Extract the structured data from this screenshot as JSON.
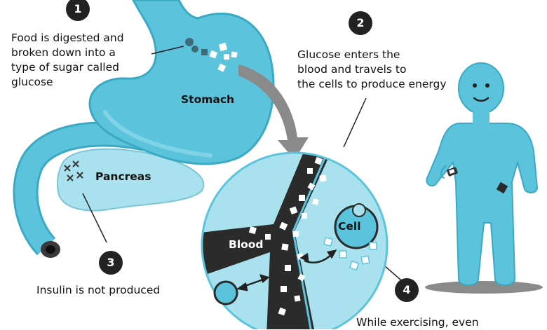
{
  "steps": [
    {
      "number": "1",
      "text": "Food is digested and\nbroken down into a\ntype of sugar called\nglucose"
    },
    {
      "number": "2",
      "text": "Glucose enters the\nblood and travels to\nthe cells to produce energy"
    },
    {
      "number": "3",
      "text": "Insulin is not produced"
    },
    {
      "number": "4",
      "text": "While exercising, even"
    }
  ],
  "labels": {
    "stomach": "Stomach",
    "pancreas": "Pancreas",
    "blood": "Blood",
    "cell": "Cell"
  },
  "colors": {
    "organ": "#5bc4dc",
    "organ_light": "#a9e2ee",
    "outline": "#2a2a2a",
    "arrow": "#8a8a8a",
    "vessel": "#2b2b2b",
    "badge": "#222222"
  }
}
